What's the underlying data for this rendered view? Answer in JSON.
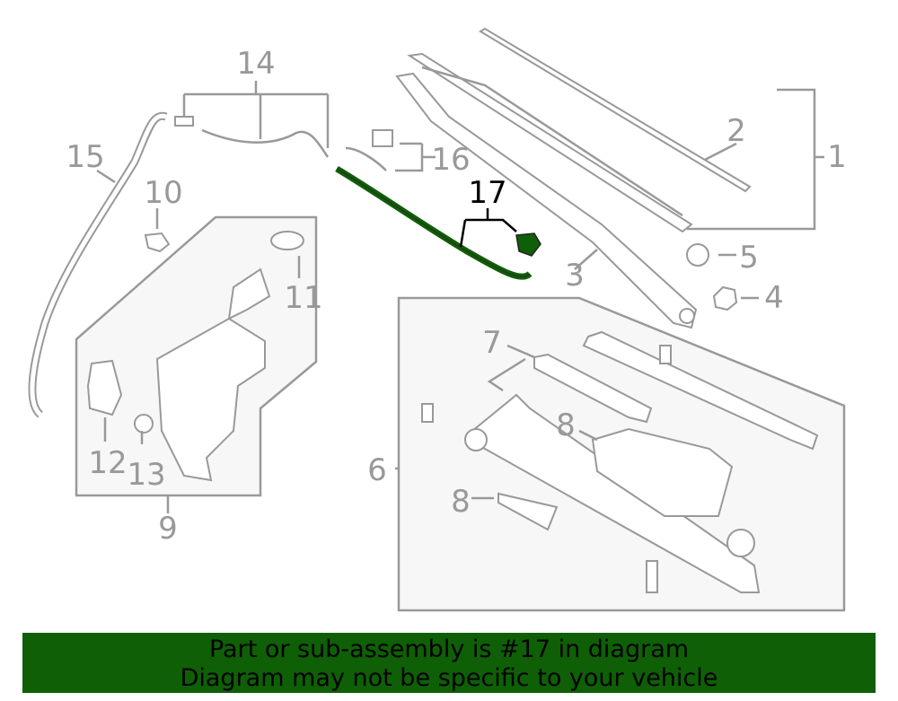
{
  "diagram": {
    "highlight_color": "#0f5f06",
    "callouts": [
      {
        "id": "14",
        "label": "14"
      },
      {
        "id": "15",
        "label": "15"
      },
      {
        "id": "10",
        "label": "10"
      },
      {
        "id": "2",
        "label": "2"
      },
      {
        "id": "1",
        "label": "1"
      },
      {
        "id": "16",
        "label": "16"
      },
      {
        "id": "17",
        "label": "17"
      },
      {
        "id": "5",
        "label": "5"
      },
      {
        "id": "3",
        "label": "3"
      },
      {
        "id": "4",
        "label": "4"
      },
      {
        "id": "11",
        "label": "11"
      },
      {
        "id": "7",
        "label": "7"
      },
      {
        "id": "8a",
        "label": "8"
      },
      {
        "id": "6",
        "label": "6"
      },
      {
        "id": "12",
        "label": "12"
      },
      {
        "id": "13",
        "label": "13"
      },
      {
        "id": "8b",
        "label": "8"
      },
      {
        "id": "9",
        "label": "9"
      }
    ]
  },
  "banner": {
    "line1": "Part or sub-assembly is #17 in diagram",
    "line2": "Diagram may not be specific to your vehicle"
  }
}
